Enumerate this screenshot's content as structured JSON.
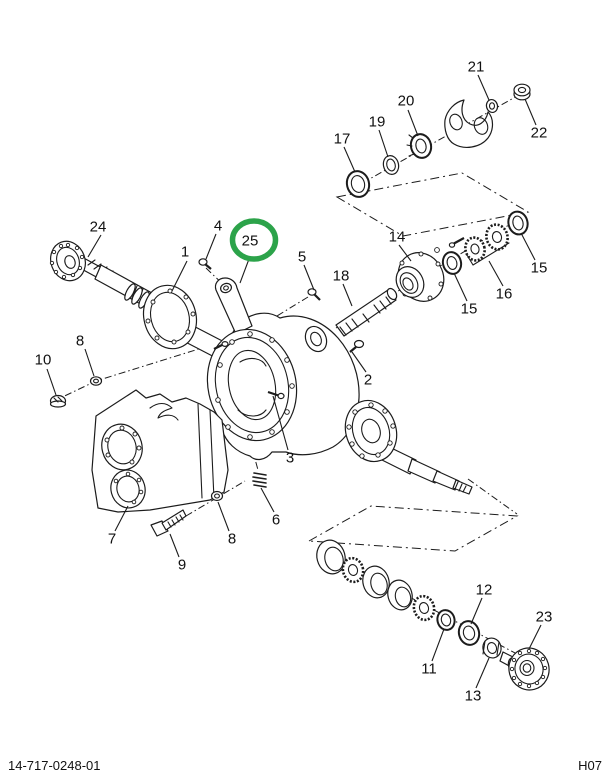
{
  "figure": {
    "highlight": {
      "label": "25",
      "color": "#2ca34a"
    },
    "callouts": [
      {
        "label": "1"
      },
      {
        "label": "2"
      },
      {
        "label": "3"
      },
      {
        "label": "4"
      },
      {
        "label": "5"
      },
      {
        "label": "6"
      },
      {
        "label": "7"
      },
      {
        "label": "8"
      },
      {
        "label": "8"
      },
      {
        "label": "9"
      },
      {
        "label": "10"
      },
      {
        "label": "11"
      },
      {
        "label": "12"
      },
      {
        "label": "13"
      },
      {
        "label": "14"
      },
      {
        "label": "15"
      },
      {
        "label": "15"
      },
      {
        "label": "16"
      },
      {
        "label": "17"
      },
      {
        "label": "18"
      },
      {
        "label": "19"
      },
      {
        "label": "20"
      },
      {
        "label": "21"
      },
      {
        "label": "22"
      },
      {
        "label": "23"
      },
      {
        "label": "24"
      },
      {
        "label": "25"
      }
    ]
  },
  "footer": {
    "doc_number": "14-717-0248-01",
    "page_code": "H07"
  }
}
